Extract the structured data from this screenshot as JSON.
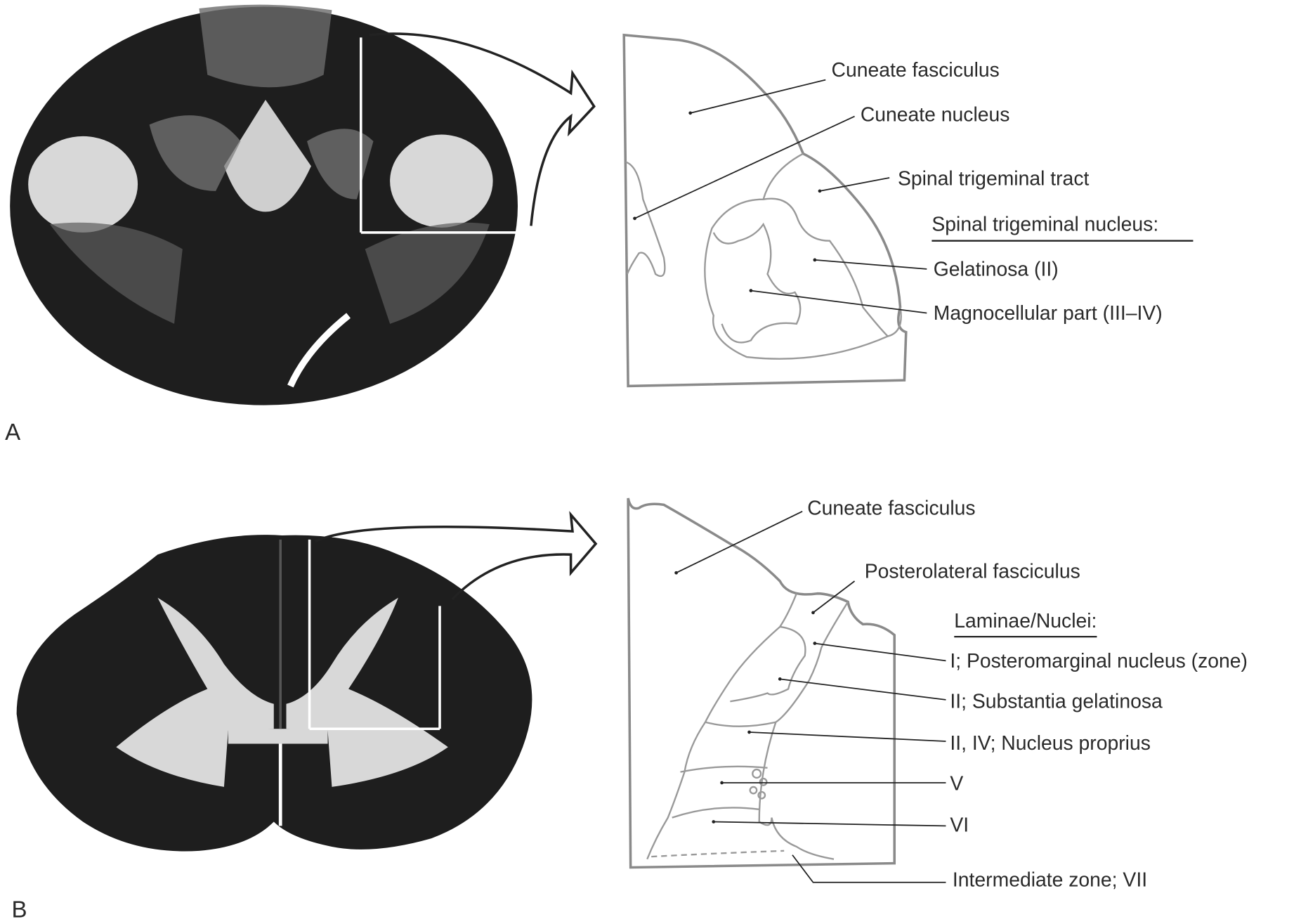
{
  "panels": {
    "a": {
      "letter": "A",
      "labels": {
        "cuneate_fasciculus": "Cuneate fasciculus",
        "cuneate_nucleus": "Cuneate nucleus",
        "spinal_trigeminal_tract": "Spinal trigeminal tract",
        "heading": "Spinal trigeminal nucleus:",
        "gelatinosa": "Gelatinosa (II)",
        "magnocellular": "Magnocellular part (III–IV)"
      }
    },
    "b": {
      "letter": "B",
      "labels": {
        "cuneate_fasciculus": "Cuneate fasciculus",
        "posterolateral_fasciculus": "Posterolateral fasciculus",
        "heading": "Laminae/Nuclei:",
        "lamina_i": "I; Posteromarginal nucleus (zone)",
        "lamina_ii": "II; Substantia gelatinosa",
        "lamina_iii_iv": "II, IV; Nucleus proprius",
        "lamina_v": "V",
        "lamina_vi": "VI",
        "lamina_vii": "Intermediate zone; VII"
      }
    }
  },
  "colors": {
    "tissue_dark": "#1e1e1e",
    "tissue_light": "#d8d8d8",
    "outline": "#8a8a8a"
  }
}
